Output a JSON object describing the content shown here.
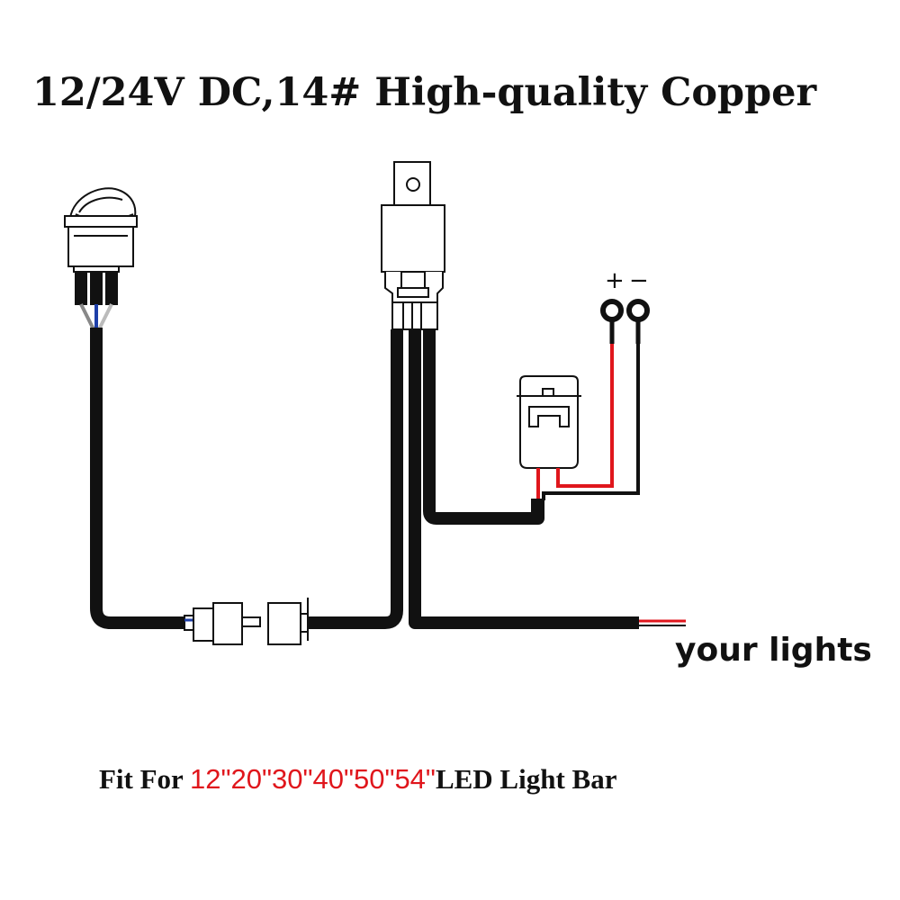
{
  "title": "12/24V DC,14# High-quality Copper",
  "load_label": "your lights",
  "fit_line": {
    "prefix": "Fit For ",
    "sizes": "12\"20\"30\"40\"50\"54\"",
    "suffix": "LED Light Bar"
  },
  "terminals": {
    "plus": "+",
    "minus": "−"
  },
  "colors": {
    "wire": "#111111",
    "positive": "#e0161c",
    "blue_wire": "#1e3fa8",
    "white_wire": "#bbbbbb",
    "highlight": "#e0161c"
  },
  "icons": [
    "rocker-switch-icon",
    "relay-icon",
    "fuse-holder-icon",
    "ring-terminal-icon",
    "connector-plug-icon"
  ]
}
